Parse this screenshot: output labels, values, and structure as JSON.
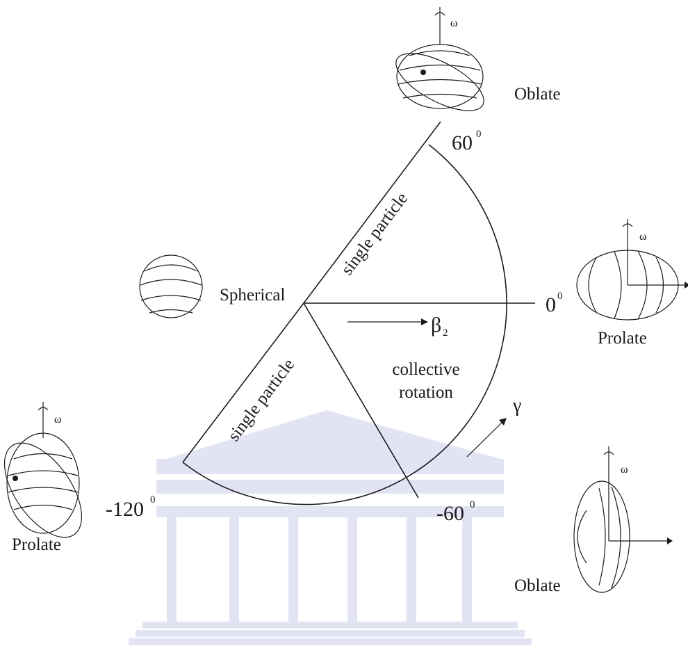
{
  "labels": {
    "oblate_top": "Oblate",
    "angle_60": "60",
    "angle_0": "0",
    "angle_neg60": "-60",
    "angle_neg120": "-120",
    "degree_mark": "0",
    "spherical": "Spherical",
    "prolate_right": "Prolate",
    "prolate_left": "Prolate",
    "oblate_bottom": "Oblate",
    "single_particle_upper": "single particle",
    "single_particle_lower": "single particle",
    "collective": "collective",
    "rotation": "rotation",
    "beta": "β",
    "beta_subscript": "2",
    "gamma": "γ",
    "omega": "ω"
  },
  "colors": {
    "ink": "#1a1a1a",
    "watermark": "#b9bfe0"
  }
}
